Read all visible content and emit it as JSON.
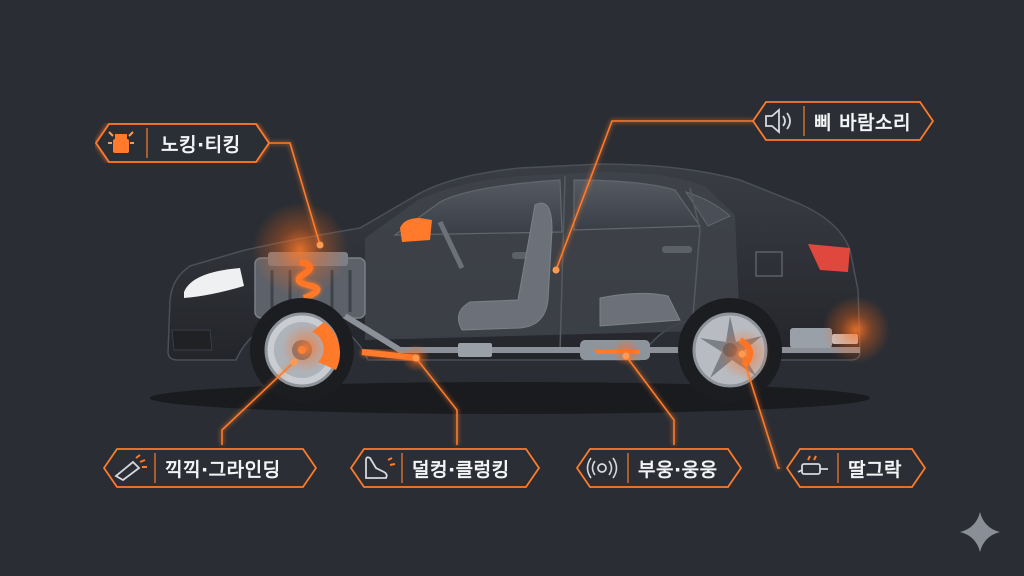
{
  "labels": {
    "knocking": "노킹·티킹",
    "whistle": "삐 바람소리",
    "squeak_grind": "끽끽·그라인딩",
    "clunk": "덜컹·클렁킹",
    "hum_drone": "부웅·웅웅",
    "rattle": "딸그락"
  },
  "icons": {
    "knocking": "engine-knock-icon",
    "whistle": "speaker-icon",
    "squeak_grind": "brake-caliper-icon",
    "clunk": "suspension-icon",
    "hum_drone": "vibration-icon",
    "rattle": "exhaust-icon"
  },
  "colors": {
    "background": "#2a2d33",
    "accent": "#ff7a2a",
    "car_body": "#2f3238",
    "label_fill": "#2b2e34"
  }
}
